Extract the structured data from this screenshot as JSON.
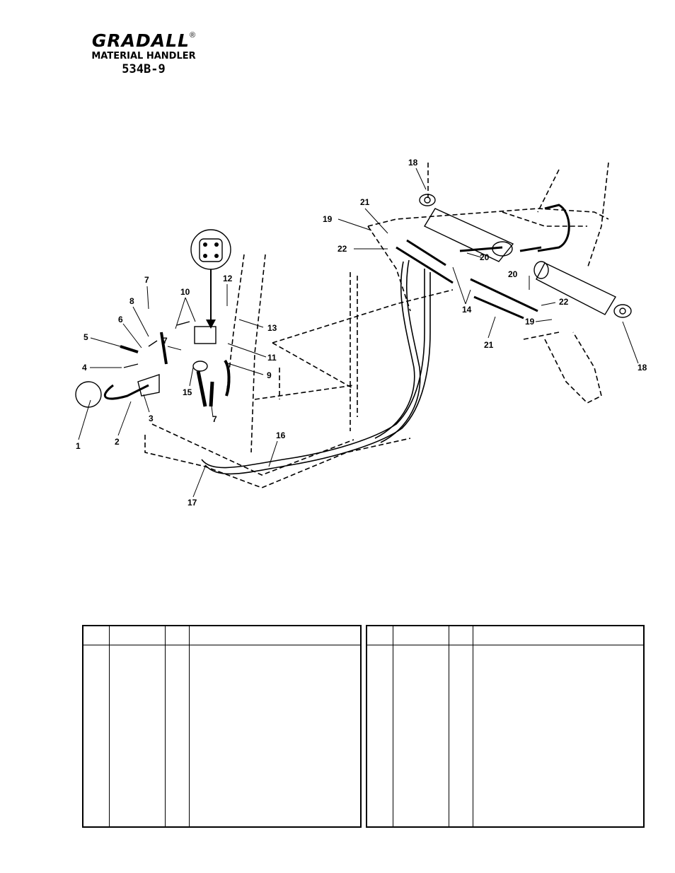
{
  "header": {
    "brand": "GRADALL",
    "registered_mark": "®",
    "subtitle": "MATERIAL HANDLER",
    "model": "534B-9"
  },
  "diagram": {
    "callouts": [
      "1",
      "2",
      "3",
      "4",
      "5",
      "6",
      "7",
      "8",
      "9",
      "10",
      "11",
      "12",
      "13",
      "14",
      "15",
      "16",
      "17",
      "18",
      "19",
      "20",
      "21",
      "22"
    ]
  },
  "parts_table": {
    "left": {
      "headers": [
        "",
        "",
        "",
        ""
      ],
      "rows": []
    },
    "right": {
      "headers": [
        "",
        "",
        "",
        ""
      ],
      "rows": []
    }
  }
}
